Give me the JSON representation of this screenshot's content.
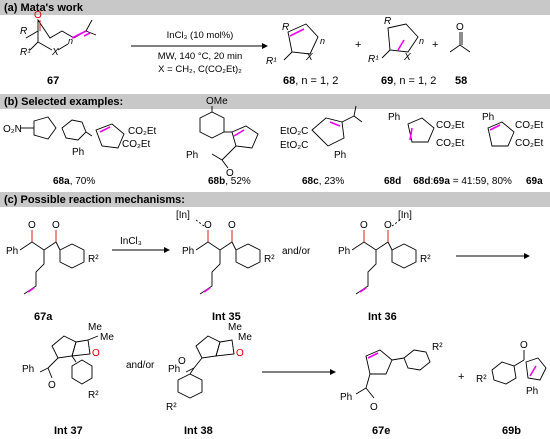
{
  "sections": [
    {
      "label": "(a) Mata's work"
    },
    {
      "label": "(b) Selected examples:"
    },
    {
      "label": "(c) Possible reaction mechanisms:"
    }
  ],
  "part_a": {
    "substrate": {
      "id": "67",
      "R": "R",
      "R1": "R¹",
      "X": "X",
      "n": "n",
      "O": "O"
    },
    "conditions": [
      "InCl₃ (10 mol%)",
      "MW, 140 °C, 20 min",
      "X = CH₂, C(CO₂Et)₂"
    ],
    "products": [
      {
        "id": "68",
        "note": ", n = 1, 2",
        "R": "R",
        "R1": "R¹",
        "X": "X",
        "n": "n"
      },
      {
        "id": "69",
        "note": ", n = 1, 2",
        "R": "R",
        "R1": "R¹",
        "X": "X",
        "n": "n"
      },
      {
        "id": "58",
        "atom": "O"
      }
    ],
    "plus": "+"
  },
  "part_b": {
    "examples": [
      {
        "label": "68a",
        "yield": ", 70%",
        "groups": [
          "O₂N",
          "Ph",
          "CO₂Et",
          "CO₂Et"
        ]
      },
      {
        "label": "68b",
        "yield": ", 52%",
        "groups": [
          "OMe",
          "Ph",
          "O"
        ]
      },
      {
        "label": "68c",
        "yield": ", 23%",
        "groups": [
          "EtO₂C",
          "EtO₂C",
          "Ph"
        ]
      },
      {
        "label": "68d",
        "yield": "",
        "groups": [
          "Ph",
          "CO₂Et",
          "CO₂Et"
        ]
      },
      {
        "label": "68d",
        "yield": ":",
        "groups": []
      },
      {
        "label": "69a",
        "yield": " = 41:59, 80%",
        "groups": []
      },
      {
        "label": "69a",
        "yield": "",
        "groups": [
          "Ph",
          "CO₂Et",
          "CO₂Et"
        ]
      }
    ]
  },
  "part_c": {
    "reagent": "InCl₃",
    "connectors": [
      "and/or",
      "and/or"
    ],
    "plus": "+",
    "species": [
      {
        "id": "67a",
        "groups": [
          "Ph",
          "O",
          "O",
          "R²"
        ]
      },
      {
        "id": "Int 35",
        "groups": [
          "[In]",
          "Ph",
          "O",
          "O",
          "R²"
        ]
      },
      {
        "id": "Int 36",
        "groups": [
          "[In]",
          "Ph",
          "O",
          "O",
          "R²"
        ]
      },
      {
        "id": "Int 37",
        "groups": [
          "Ph",
          "O",
          "O",
          "Me",
          "Me",
          "R²"
        ]
      },
      {
        "id": "Int 38",
        "groups": [
          "Ph",
          "O",
          "O",
          "Me",
          "Me",
          "R²"
        ]
      },
      {
        "id": "67e",
        "groups": [
          "Ph",
          "O",
          "R²"
        ]
      },
      {
        "id": "69b",
        "groups": [
          "R²",
          "O",
          "Ph"
        ]
      }
    ]
  },
  "colors": {
    "bar": "#c8c8c8",
    "highlight": "#ee00ee",
    "oxygen": "#e00000"
  }
}
